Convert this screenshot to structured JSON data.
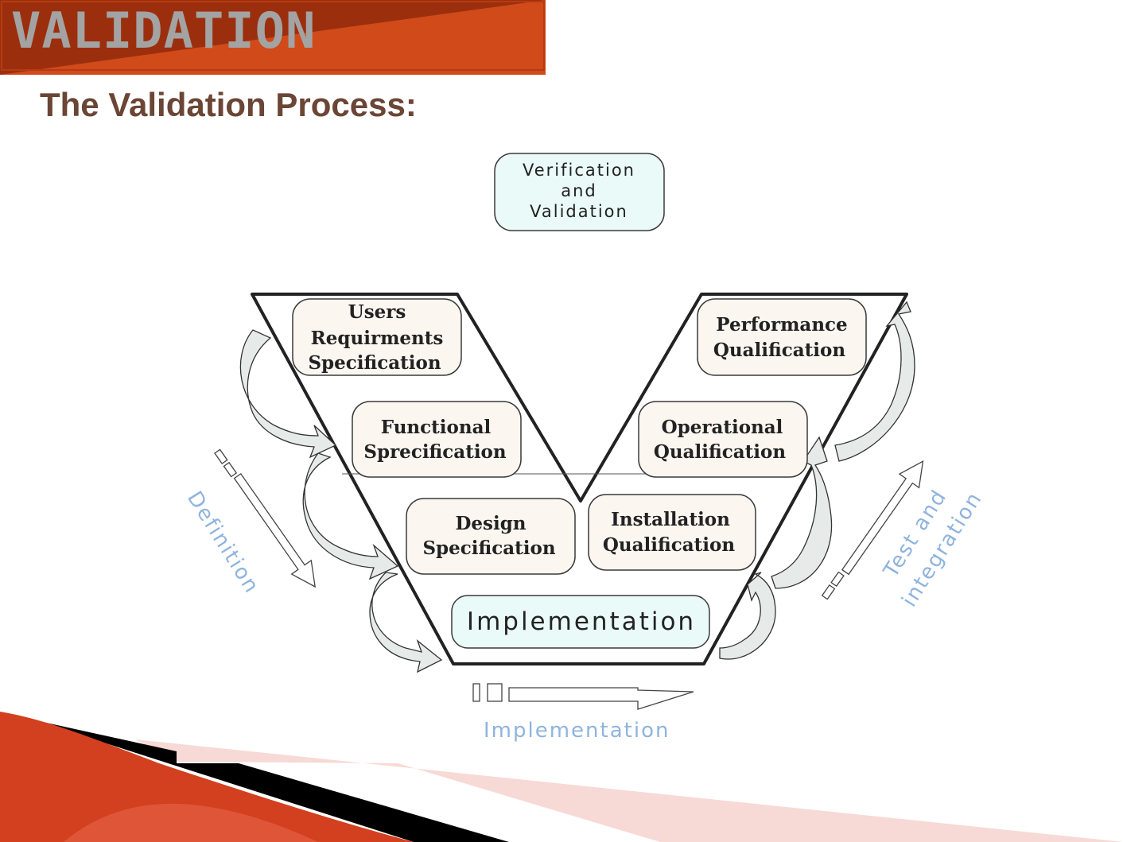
{
  "header": {
    "banner_title": "VALIDATION",
    "subtitle": "The Validation Process:"
  },
  "diagram": {
    "top_box": [
      "Verification",
      "and",
      "Validation"
    ],
    "left": [
      [
        "Users",
        "Requirments",
        "Specification"
      ],
      [
        "Functional",
        "Sprecification"
      ],
      [
        "Design",
        "Specification"
      ]
    ],
    "right": [
      [
        "Performance",
        "Qualification"
      ],
      [
        "Operational",
        "Qualification"
      ],
      [
        "Installation",
        "Qualification"
      ]
    ],
    "bottom_box": "Implementation",
    "labels": {
      "definition": "Definition",
      "test_line1": "Test and",
      "test_line2": "integration",
      "implementation": "Implementation"
    }
  },
  "colors": {
    "banner_dark": "#9b2f0d",
    "banner_light": "#d04a1a",
    "subtitle": "#6b4535",
    "label_blue": "#8fb4de"
  }
}
